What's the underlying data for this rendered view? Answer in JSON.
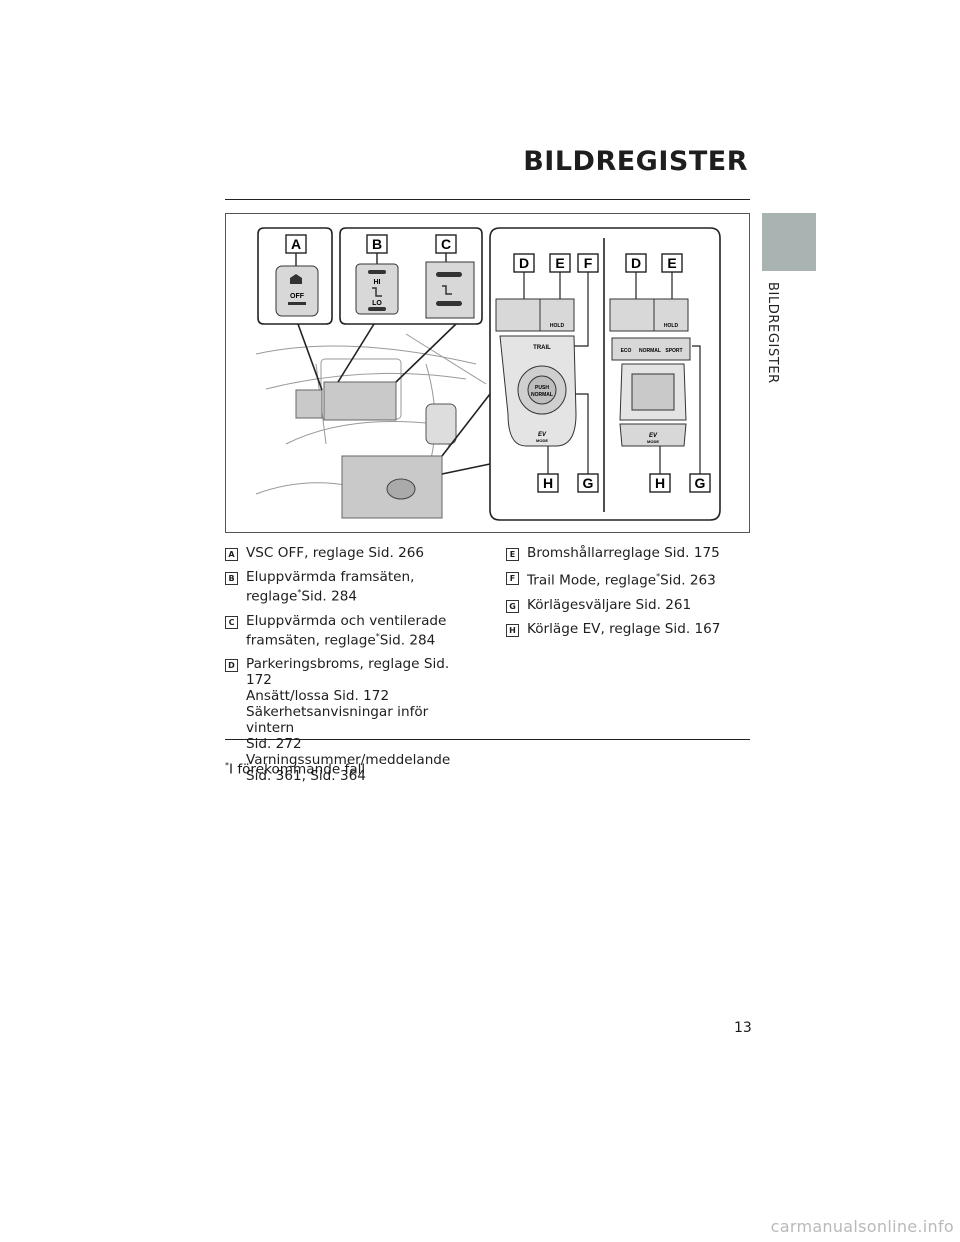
{
  "header": {
    "title": "BILDREGISTER"
  },
  "side": {
    "label": "BILDREGISTER"
  },
  "figure": {
    "callouts": [
      "A",
      "B",
      "C",
      "D",
      "E",
      "F",
      "D",
      "E",
      "H",
      "G",
      "H",
      "G"
    ],
    "buttons": {
      "vsc_off": "OFF",
      "hi": "HI",
      "lo": "LO",
      "hold": "HOLD",
      "trail": "TRAIL",
      "eco": "ECO",
      "sport": "SPORT",
      "push": "PUSH",
      "normal": "NORMAL",
      "ev": "EV",
      "mode": "MODE"
    }
  },
  "legend_left": [
    {
      "badge": "A",
      "lines": [
        "VSC OFF, reglage Sid. 266"
      ]
    },
    {
      "badge": "B",
      "lines": [
        "Eluppvärmda framsäten,",
        "reglage",
        "Sid. 284"
      ],
      "sup": "*"
    },
    {
      "badge": "C",
      "lines": [
        "Eluppvärmda och ventilerade",
        "framsäten, reglage",
        "Sid. 284"
      ],
      "sup": "*"
    },
    {
      "badge": "D",
      "lines": [
        "Parkeringsbroms, reglage Sid. 172",
        "Ansätt/lossa Sid. 172",
        "Säkerhetsanvisningar inför vintern",
        "Sid. 272",
        "Varningssummer/meddelande",
        "Sid. 361, Sid. 364"
      ]
    }
  ],
  "legend_right": [
    {
      "badge": "E",
      "text": "Bromshållarreglage Sid. 175"
    },
    {
      "badge": "F",
      "text_a": "Trail Mode, reglage",
      "sup": "*",
      "text_b": "Sid. 263"
    },
    {
      "badge": "G",
      "text": "Körlägesväljare Sid. 261"
    },
    {
      "badge": "H",
      "text": "Körläge EV, reglage Sid. 167"
    }
  ],
  "footnote": {
    "sup": "*",
    "text": "I förekommande fall"
  },
  "page_number": "13",
  "watermark": "carmanualsonline.info"
}
